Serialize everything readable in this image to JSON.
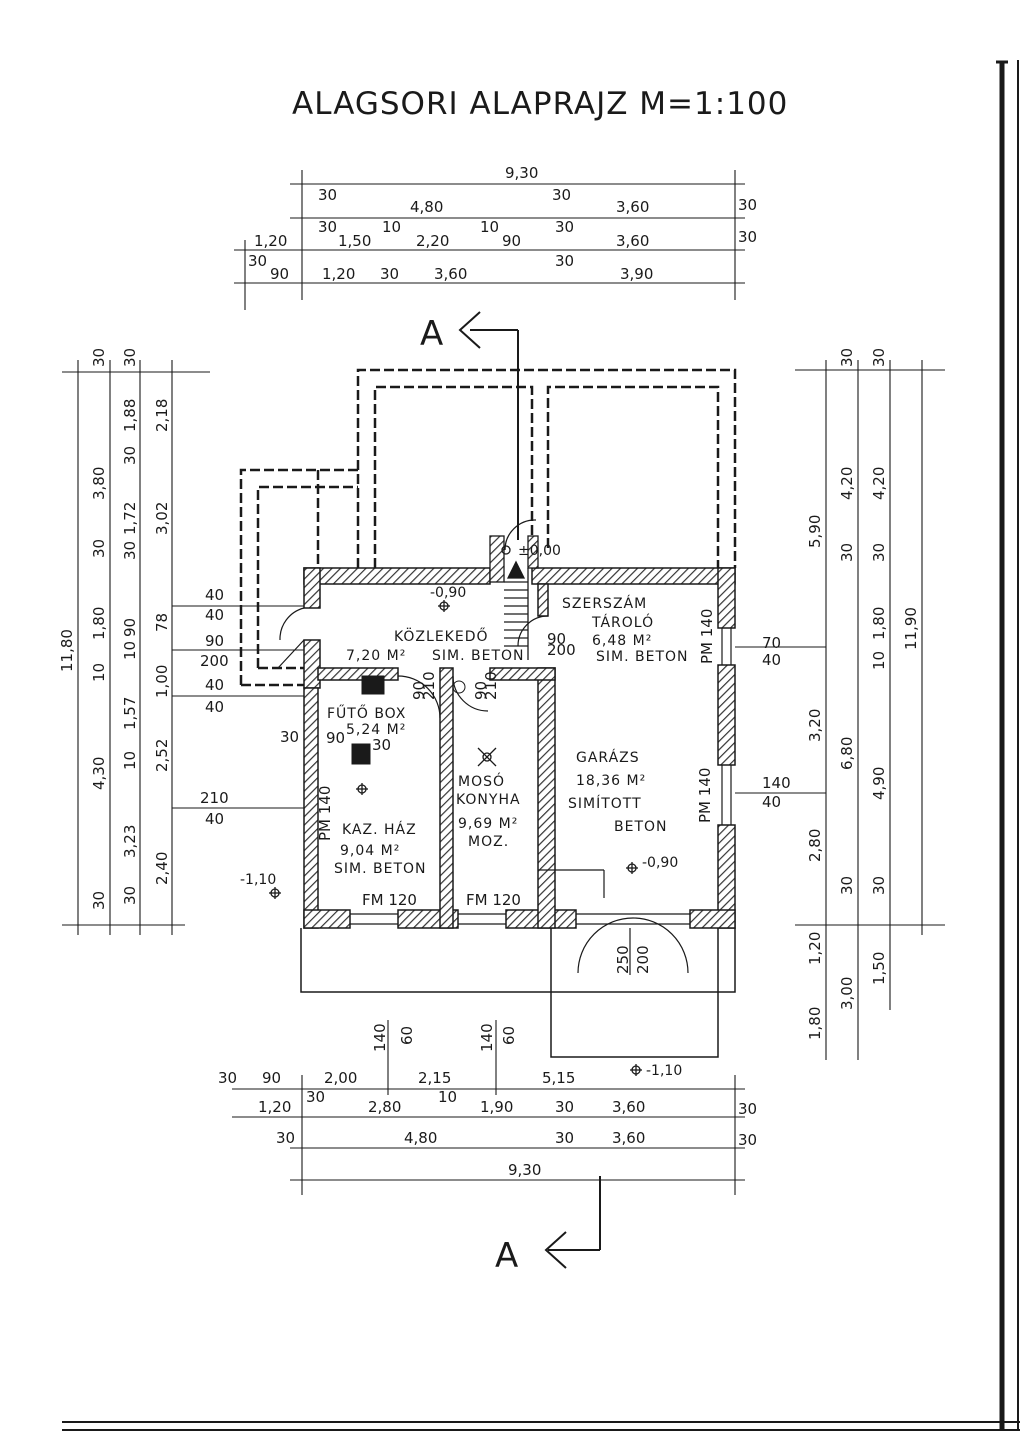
{
  "title": "ALAGSORI ALAPRAJZ   M=1:100",
  "section_marker": "A",
  "rooms": [
    {
      "name": "KÖZLEKEDŐ",
      "area": "7,20 M²",
      "floor": "SIM. BETON"
    },
    {
      "name": "SZERSZÁM",
      "name2": "TÁROLÓ",
      "area": "6,48 M²",
      "floor": "SIM. BETON"
    },
    {
      "name": "FŰTŐ BOX",
      "area": "5,24 M²"
    },
    {
      "name": "MOSÓ",
      "name2": "KONYHA",
      "area": "9,69 M²",
      "floor": "MOZ."
    },
    {
      "name": "KAZ. HÁZ",
      "area": "9,04 M²",
      "floor": "SIM. BETON"
    },
    {
      "name": "GARÁZS",
      "area": "18,36 M²",
      "floor": "SIMÍTOTT",
      "floor2": "BETON"
    }
  ],
  "levels": [
    "-0,90",
    "-0,90",
    "-1,10",
    "-1,10",
    "±0,00"
  ],
  "top_dims": {
    "row1": [
      "9,30"
    ],
    "row2": [
      "30",
      "4,80",
      "30",
      "3,60",
      "30"
    ],
    "row3": [
      "30",
      "1,50",
      "10",
      "2,20",
      "10",
      "90",
      "30",
      "3,60",
      "30"
    ],
    "row4": [
      "1,20",
      "30",
      "90",
      "1,20",
      "30",
      "3,60",
      "30",
      "3,90"
    ]
  },
  "bottom_dims": {
    "row1": [
      "30",
      "90",
      "2,00",
      "2,15",
      "5,15"
    ],
    "row2": [
      "1,20",
      "30",
      "2,80",
      "10",
      "1,90",
      "30",
      "3,60",
      "30"
    ],
    "row3": [
      "30",
      "4,80",
      "30",
      "3,60",
      "30"
    ],
    "row4": [
      "9,30"
    ]
  },
  "left_dims": {
    "outer": [
      "11,80"
    ],
    "col2": [
      "30",
      "3,80",
      "30",
      "1,80",
      "10",
      "4,30",
      "30"
    ],
    "col3": [
      "30",
      "1,88",
      "30",
      "1,72",
      "30",
      "90",
      "10",
      "1,57",
      "10",
      "3,23",
      "30"
    ],
    "col4": [
      "2,18",
      "3,02",
      "78",
      "1,00",
      "2,52",
      "2,40"
    ]
  },
  "right_dims": {
    "col1": [
      "5,90",
      "3,20",
      "2,80",
      "1,20",
      "1,80"
    ],
    "col2": [
      "30",
      "4,20",
      "30",
      "6,80",
      "30",
      "3,00"
    ],
    "col3": [
      "30",
      "4,20",
      "30",
      "1,80",
      "10",
      "4,90",
      "30",
      "1,50"
    ],
    "outer": [
      "11,90"
    ]
  },
  "openings": [
    "40",
    "40",
    "90",
    "200",
    "40",
    "40",
    "210",
    "40",
    "30",
    "90",
    "30",
    "PM 140",
    "PM 140",
    "PM 140",
    "70",
    "40",
    "140",
    "40",
    "FM 120",
    "FM 120",
    "90",
    "200",
    "90",
    "210",
    "90",
    "210",
    "250",
    "200",
    "140",
    "60",
    "140",
    "60"
  ],
  "colors": {
    "ink": "#1a1a1a",
    "paper": "#ffffff",
    "hatch": "#333333"
  }
}
